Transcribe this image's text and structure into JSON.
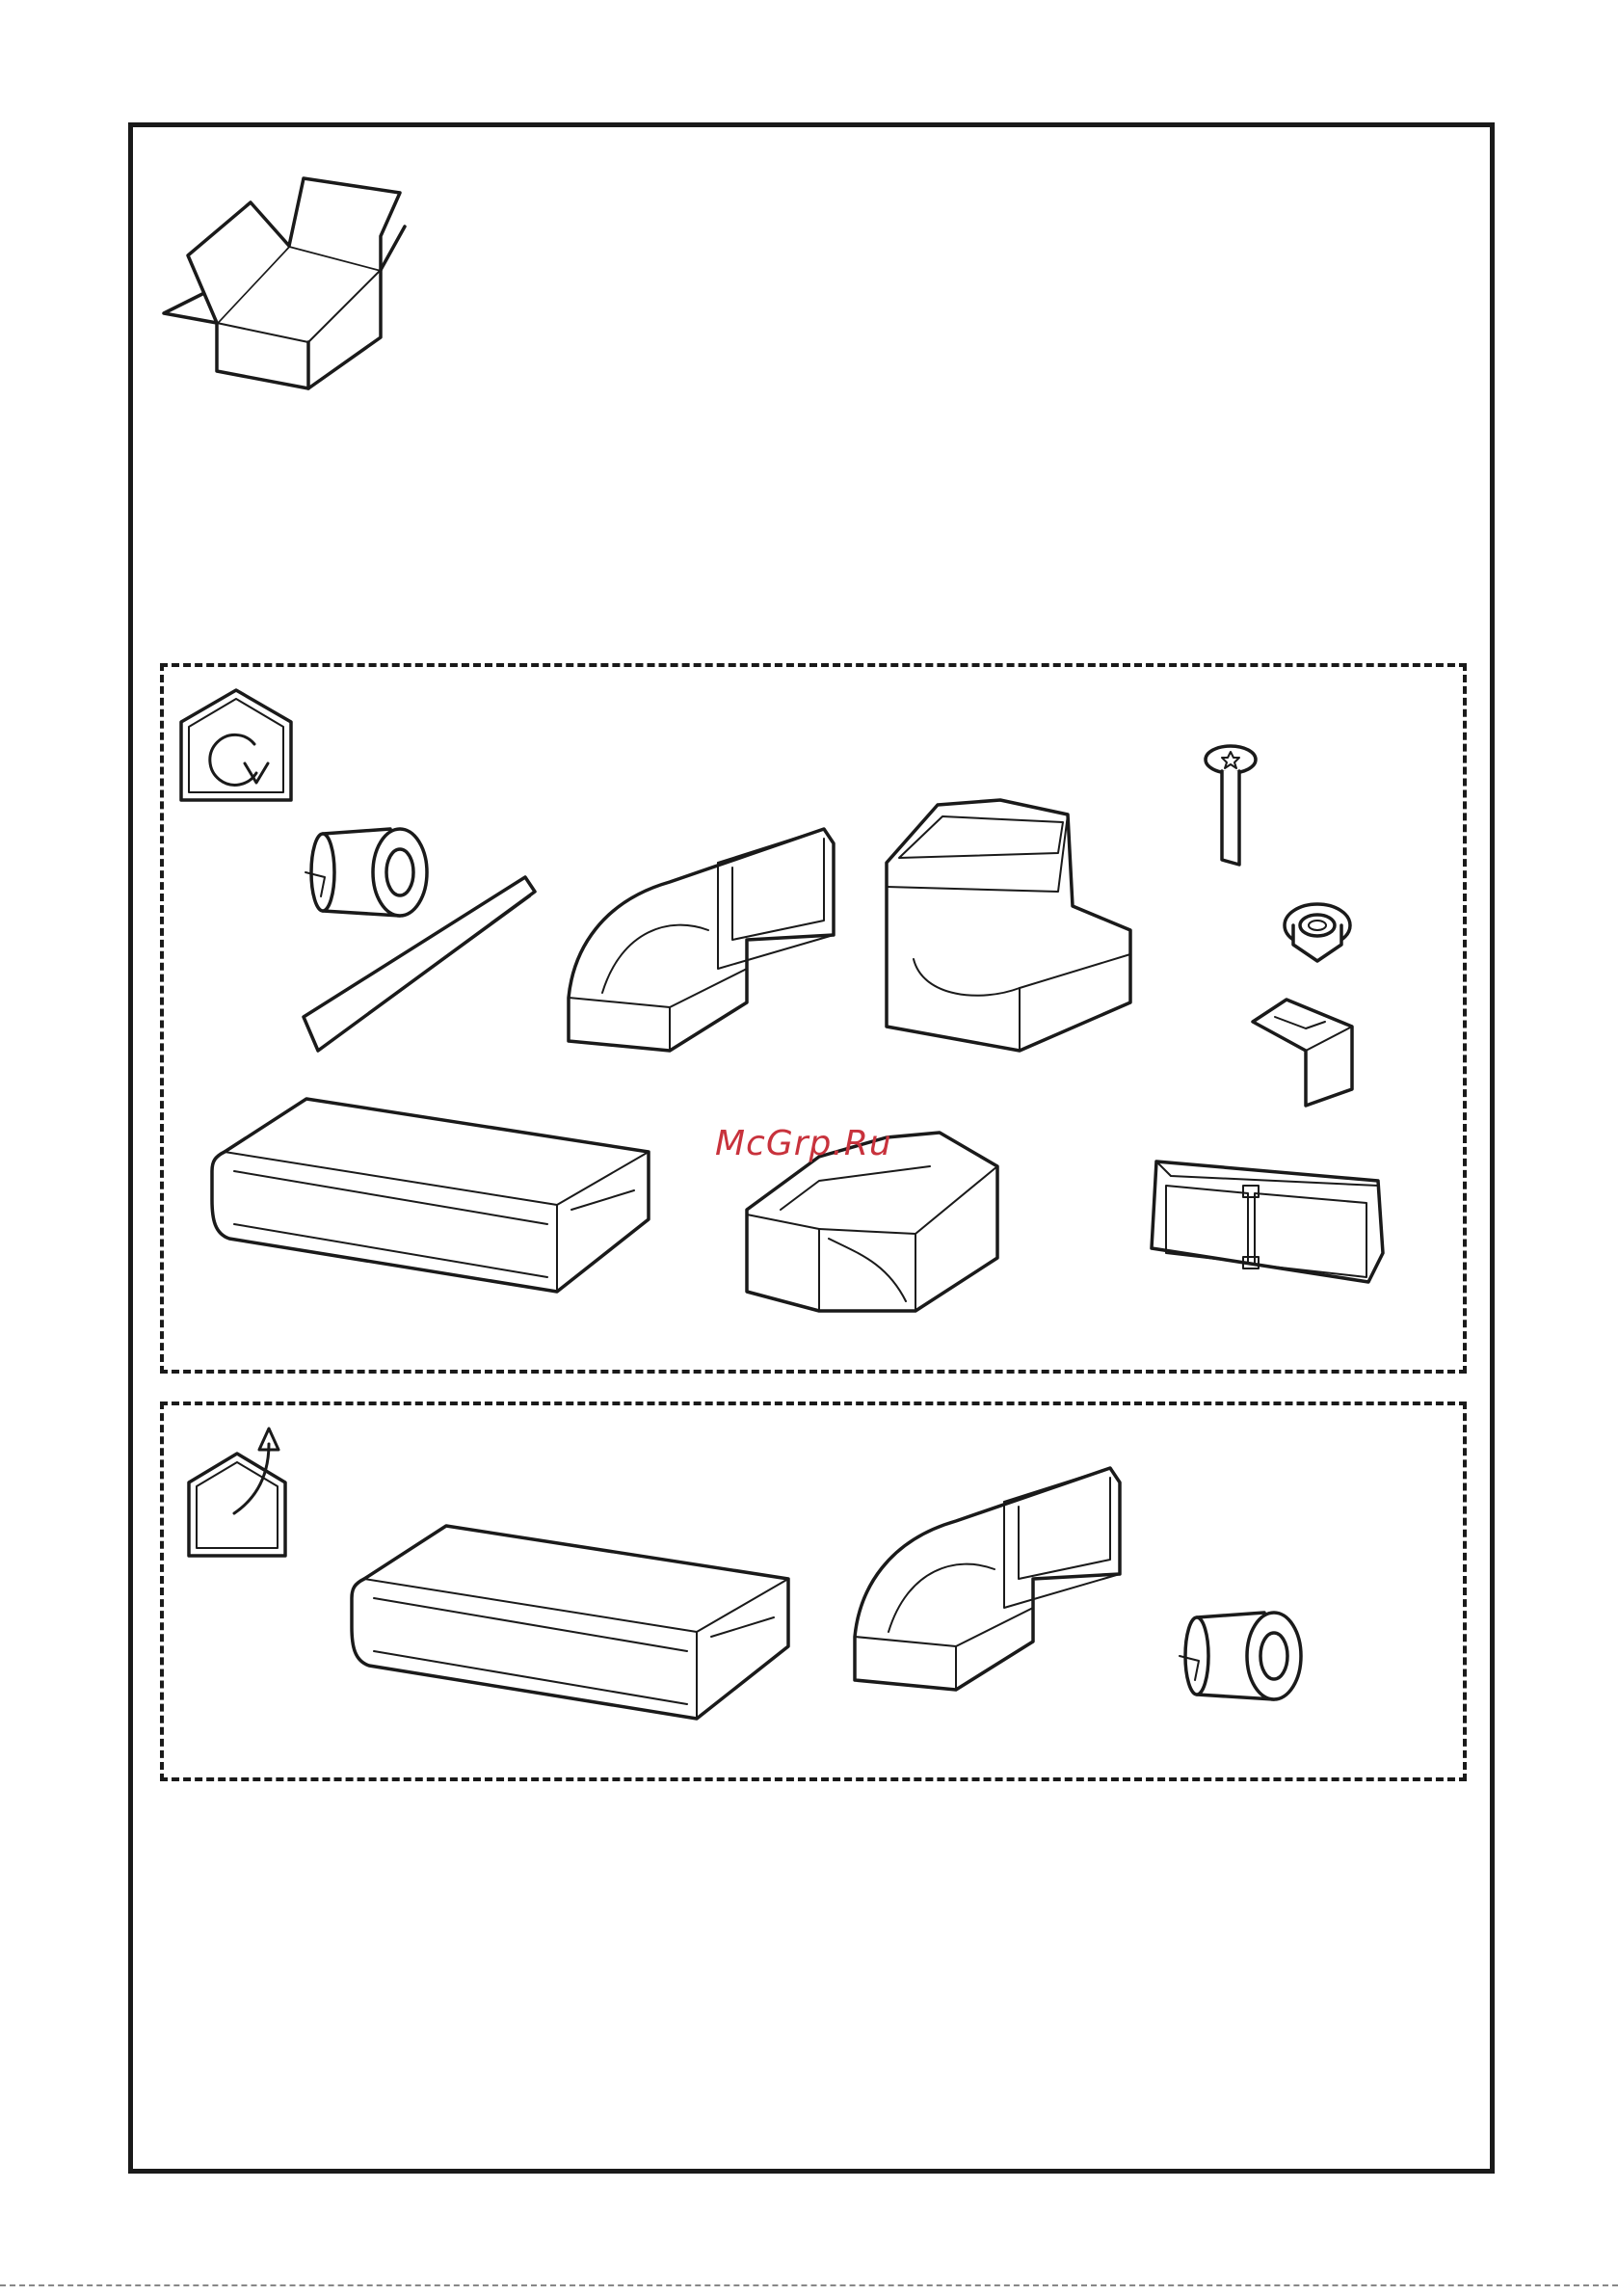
{
  "watermark": {
    "text": "McGrp.Ru"
  },
  "icons": {
    "package": "open-box-icon",
    "recirculation": "recirculation-house-icon",
    "venting": "venting-house-icon"
  },
  "sections": [
    {
      "id": "recirculation",
      "parts": [
        "adhesive-tape-roll",
        "hook-bracket",
        "duct-elbow-90",
        "duct-elbow-vertical",
        "screw",
        "flange-nut",
        "mounting-clip",
        "flat-duct",
        "duct-adapter",
        "carbon-filter"
      ]
    },
    {
      "id": "venting",
      "parts": [
        "flat-duct",
        "duct-elbow-90",
        "adhesive-tape-roll"
      ]
    }
  ]
}
